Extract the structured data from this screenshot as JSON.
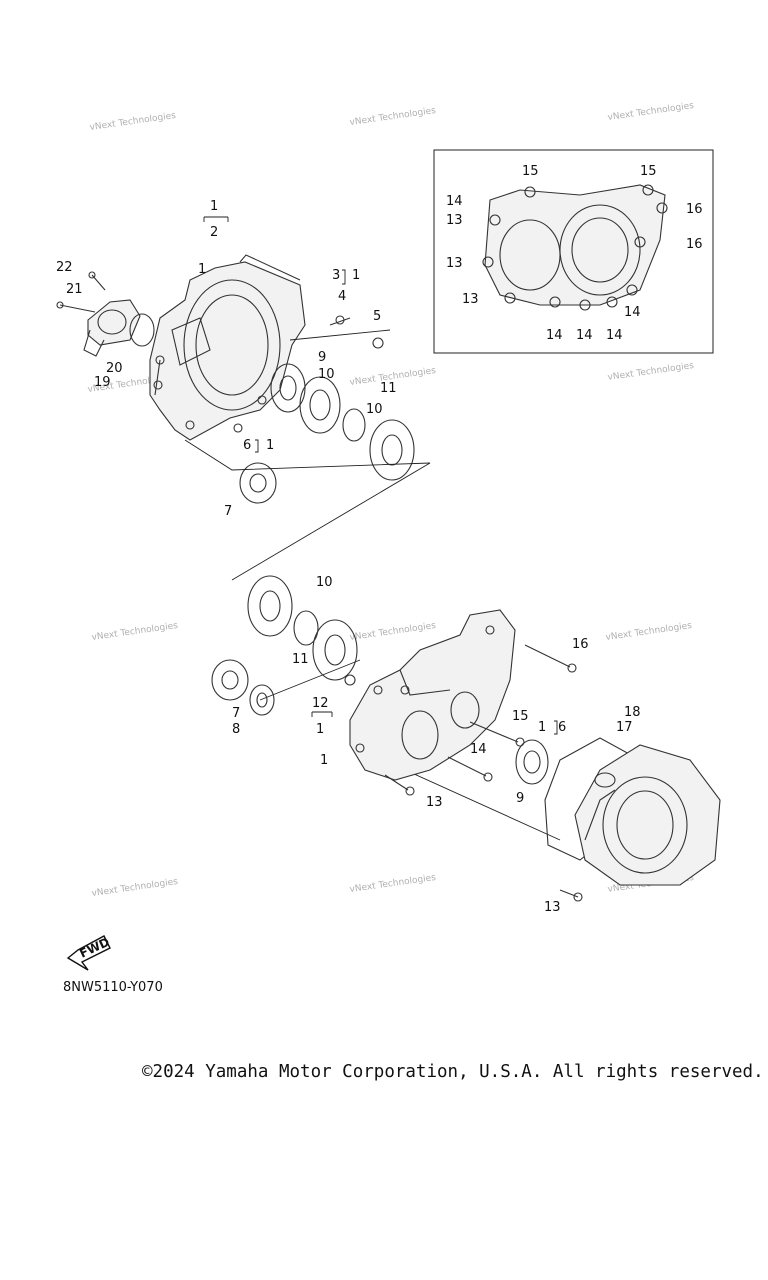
{
  "diagram_code": "8NW5110-Y070",
  "copyright": "©2024 Yamaha Motor Corporation, U.S.A. All rights reserved.",
  "fwd_label": "FWD",
  "watermark": "vNext Technologies",
  "callouts": {
    "c1a": "1",
    "c2": "2",
    "c1b": "1",
    "c22": "22",
    "c21": "21",
    "c3": "3",
    "c1c": "1",
    "c4": "4",
    "c5": "5",
    "c20": "20",
    "c19": "19",
    "c9a": "9",
    "c10a": "10",
    "c11a": "11",
    "c10b": "10",
    "c6a": "6",
    "c1d": "1",
    "c7a": "7",
    "i15a": "15",
    "i15b": "15",
    "i14a": "14",
    "i13a": "13",
    "i16a": "16",
    "i16b": "16",
    "i13b": "13",
    "i13c": "13",
    "i14b": "14",
    "i14c": "14",
    "i14d": "14",
    "i14e": "14",
    "c10c": "10",
    "c11b": "11",
    "c7b": "7",
    "c8": "8",
    "c12": "12",
    "c1e": "1",
    "c1f": "1",
    "c16": "16",
    "c15": "15",
    "c14": "14",
    "c13a": "13",
    "c1g": "1",
    "c6b": "6",
    "c17": "17",
    "c18": "18",
    "c9b": "9",
    "c13b": "13"
  }
}
